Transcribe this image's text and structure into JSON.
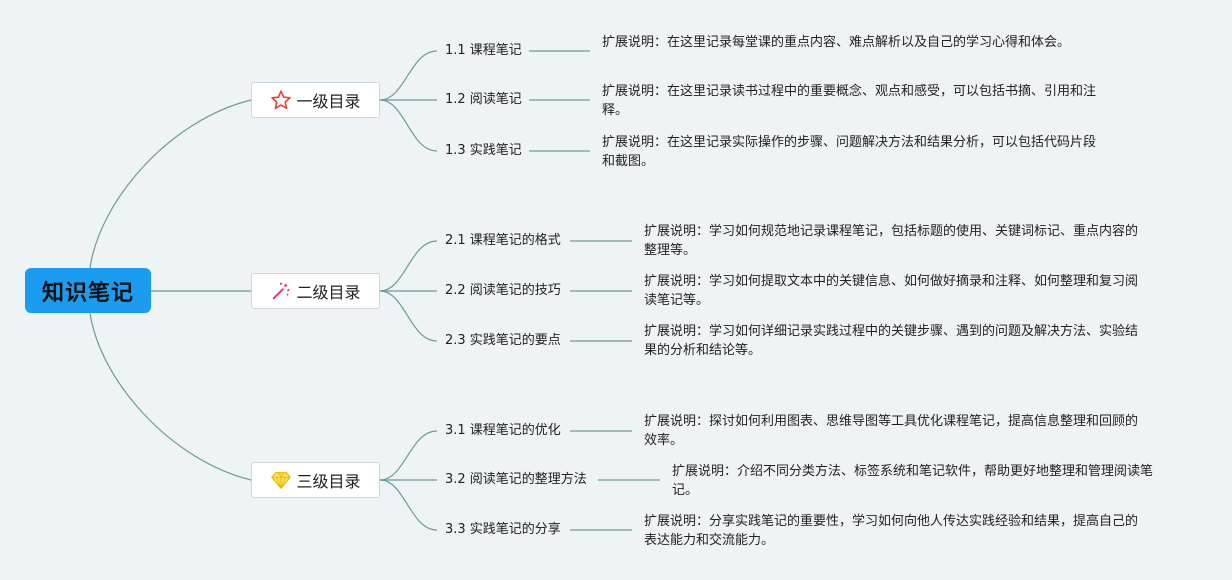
{
  "root": {
    "label": "知识笔记",
    "color": "#1a9df0"
  },
  "branches": [
    {
      "label": "一级目录",
      "icon": "star-outline-icon",
      "children": [
        {
          "label": "1.1 课程笔记",
          "detail": "扩展说明：在这里记录每堂课的重点内容、难点解析以及自己的学习心得和体会。"
        },
        {
          "label": "1.2 阅读笔记",
          "detail": "扩展说明：在这里记录读书过程中的重要概念、观点和感受，可以包括书摘、引用和注释。"
        },
        {
          "label": "1.3 实践笔记",
          "detail": "扩展说明：在这里记录实际操作的步骤、问题解决方法和结果分析，可以包括代码片段和截图。"
        }
      ]
    },
    {
      "label": "二级目录",
      "icon": "sparkle-wand-icon",
      "children": [
        {
          "label": "2.1 课程笔记的格式",
          "detail": "扩展说明：学习如何规范地记录课程笔记，包括标题的使用、关键词标记、重点内容的整理等。"
        },
        {
          "label": "2.2 阅读笔记的技巧",
          "detail": "扩展说明：学习如何提取文本中的关键信息、如何做好摘录和注释、如何整理和复习阅读笔记等。"
        },
        {
          "label": "2.3 实践笔记的要点",
          "detail": "扩展说明：学习如何详细记录实践过程中的关键步骤、遇到的问题及解决方法、实验结果的分析和结论等。"
        }
      ]
    },
    {
      "label": "三级目录",
      "icon": "diamond-icon",
      "children": [
        {
          "label": "3.1 课程笔记的优化",
          "detail": "扩展说明：探讨如何利用图表、思维导图等工具优化课程笔记，提高信息整理和回顾的效率。"
        },
        {
          "label": "3.2 阅读笔记的整理方法",
          "detail": "扩展说明：介绍不同分类方法、标签系统和笔记软件，帮助更好地整理和管理阅读笔记。"
        },
        {
          "label": "3.3 实践笔记的分享",
          "detail": "扩展说明：分享实践笔记的重要性，学习如何向他人传达实践经验和结果，提高自己的表达能力和交流能力。"
        }
      ]
    }
  ]
}
